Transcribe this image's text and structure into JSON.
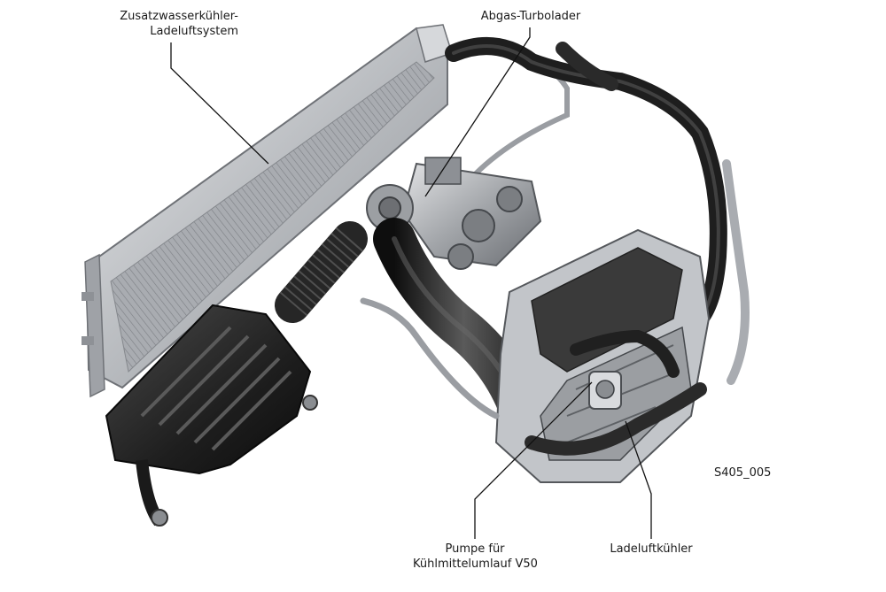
{
  "labels": {
    "radiator": {
      "line1": "Zusatzwasserkühler-",
      "line2": "Ladeluftsystem"
    },
    "turbo": {
      "line1": "Abgas-Turbolader"
    },
    "pump": {
      "line1": "Pumpe für",
      "line2": "Kühlmittelumlauf V50"
    },
    "intercooler": {
      "line1": "Ladeluftkühler"
    },
    "figure_code": "S405_005"
  },
  "colors": {
    "hose": "#1e1e1e",
    "metal": "#b9bcc0",
    "radiator": "#c9ccd0",
    "airbox": "#202020",
    "leader": "#111111"
  }
}
